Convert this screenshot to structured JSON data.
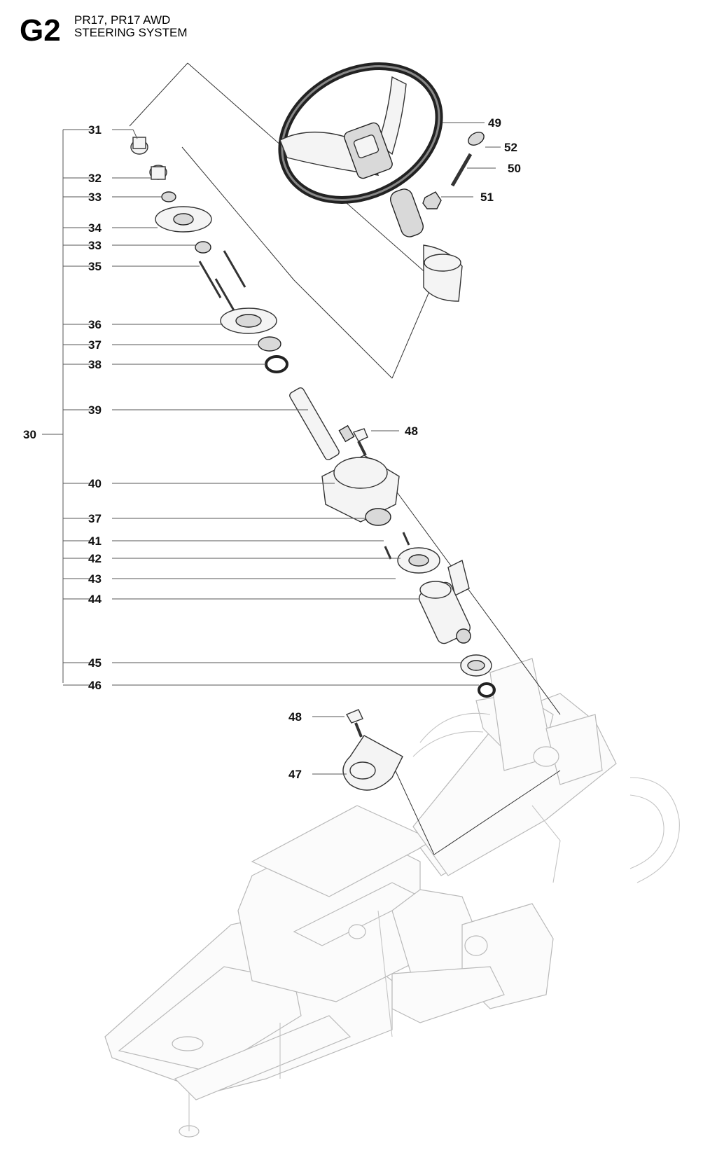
{
  "header": {
    "page_code": "G2",
    "model": "PR17, PR17 AWD",
    "title": "STEERING SYSTEM"
  },
  "callouts": [
    {
      "id": "c30",
      "label": "30"
    },
    {
      "id": "c31",
      "label": "31"
    },
    {
      "id": "c32",
      "label": "32"
    },
    {
      "id": "c33a",
      "label": "33"
    },
    {
      "id": "c34",
      "label": "34"
    },
    {
      "id": "c33b",
      "label": "33"
    },
    {
      "id": "c35",
      "label": "35"
    },
    {
      "id": "c36",
      "label": "36"
    },
    {
      "id": "c37a",
      "label": "37"
    },
    {
      "id": "c38",
      "label": "38"
    },
    {
      "id": "c39",
      "label": "39"
    },
    {
      "id": "c40",
      "label": "40"
    },
    {
      "id": "c37b",
      "label": "37"
    },
    {
      "id": "c41",
      "label": "41"
    },
    {
      "id": "c42",
      "label": "42"
    },
    {
      "id": "c43",
      "label": "43"
    },
    {
      "id": "c44",
      "label": "44"
    },
    {
      "id": "c45",
      "label": "45"
    },
    {
      "id": "c46",
      "label": "46"
    },
    {
      "id": "c47",
      "label": "47"
    },
    {
      "id": "c48a",
      "label": "48"
    },
    {
      "id": "c48b",
      "label": "48"
    },
    {
      "id": "c49",
      "label": "49"
    },
    {
      "id": "c50",
      "label": "50"
    },
    {
      "id": "c51",
      "label": "51"
    },
    {
      "id": "c52",
      "label": "52"
    }
  ]
}
